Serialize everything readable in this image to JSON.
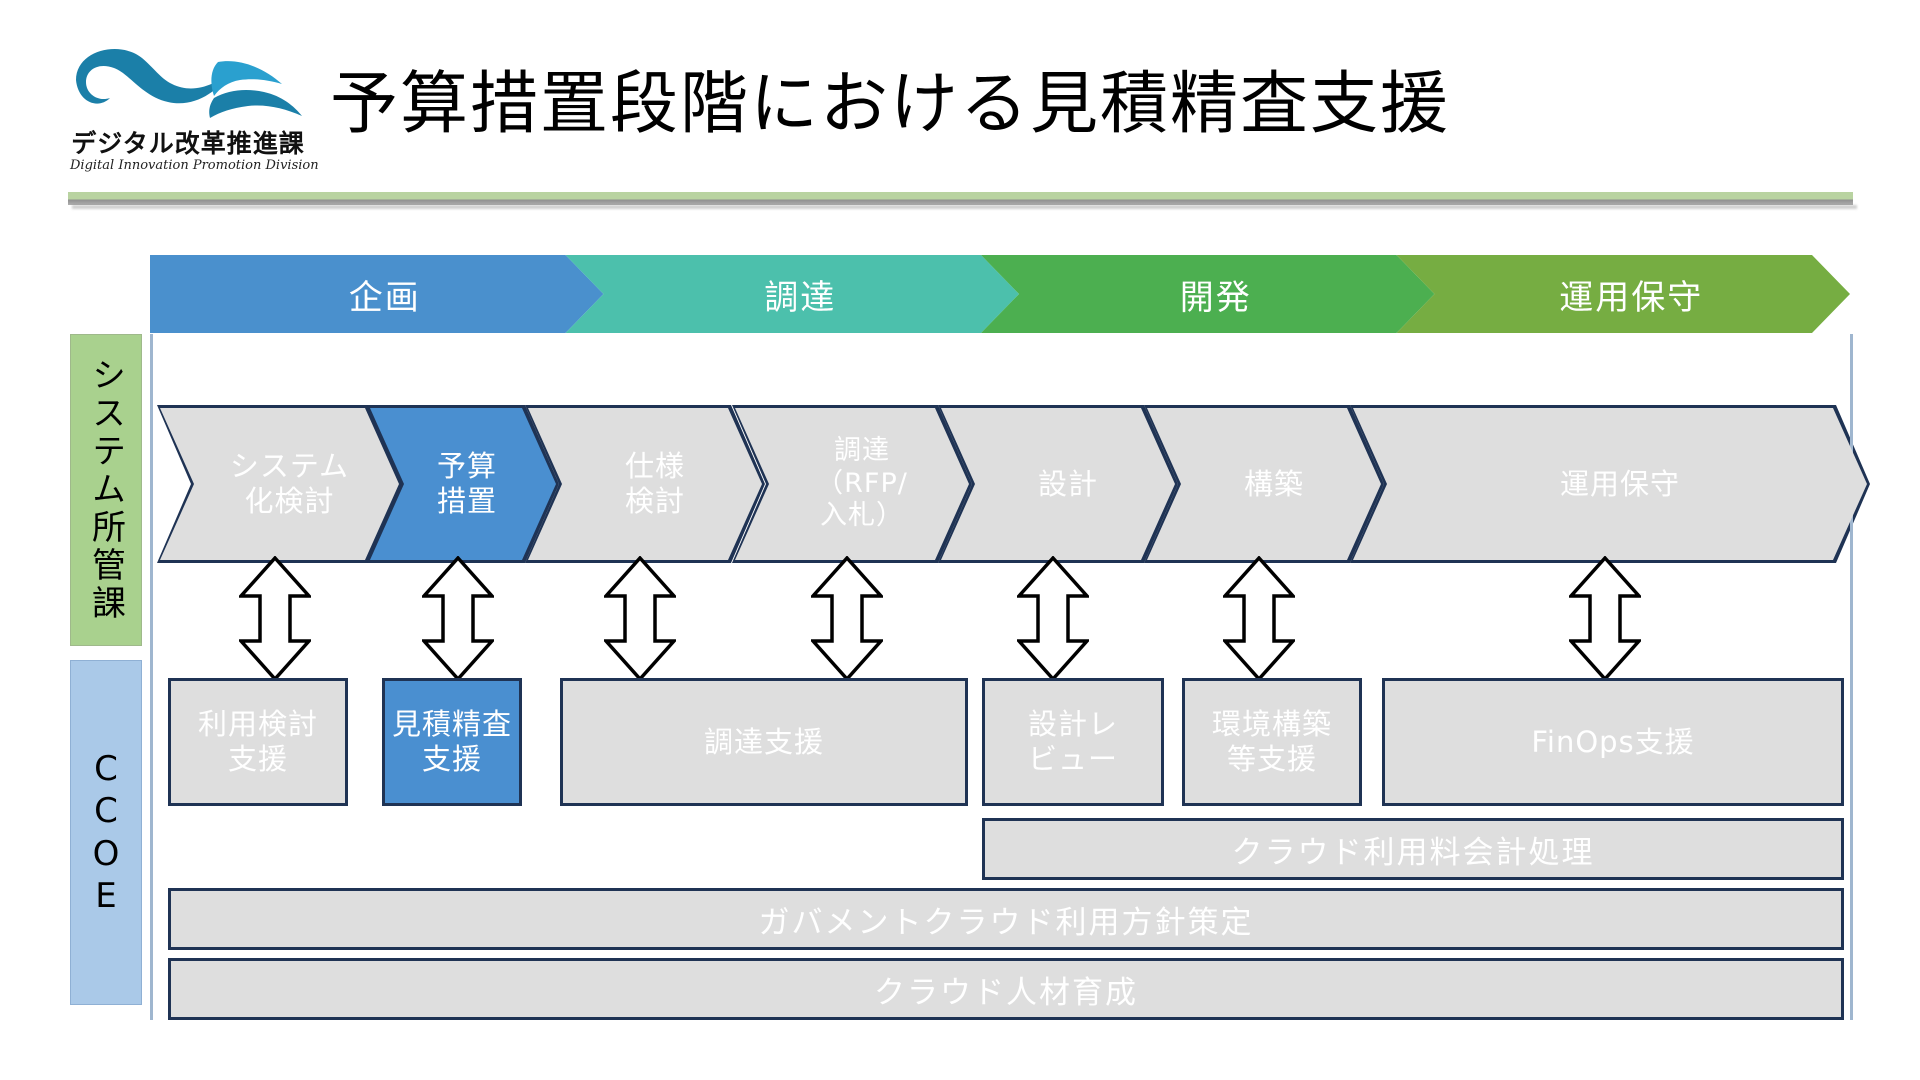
{
  "header": {
    "title": "予算措置段階における見積精査支援",
    "logo": {
      "name": "デジタル改革推進課",
      "subtitle": "Digital Innovation Promotion Division",
      "mark_color": "#1b7fa8"
    }
  },
  "phases": [
    {
      "label": "企画",
      "color": "#4a90cd"
    },
    {
      "label": "調達",
      "color": "#4cc0ac"
    },
    {
      "label": "開発",
      "color": "#4caf50"
    },
    {
      "label": "運用保守",
      "color": "#76ad42"
    }
  ],
  "swimlanes": [
    {
      "name": "システム所管課",
      "color": "#a9d18e"
    },
    {
      "name": "CCOE",
      "color": "#aac9e8",
      "letters": [
        "C",
        "C",
        "O",
        "E"
      ]
    }
  ],
  "process_steps": [
    {
      "label": "システム\n化検討",
      "active": false
    },
    {
      "label": "予算\n措置",
      "active": true
    },
    {
      "label": "仕様\n検討",
      "active": false
    },
    {
      "label": "調達\n（RFP/\n入札）",
      "active": false
    },
    {
      "label": "設計",
      "active": false
    },
    {
      "label": "構築",
      "active": false
    },
    {
      "label": "運用保守",
      "active": false
    }
  ],
  "support_boxes": [
    {
      "label": "利用検討\n支援",
      "active": false
    },
    {
      "label": "見積精査\n支援",
      "active": true
    },
    {
      "label": "調達支援",
      "active": false
    },
    {
      "label": "設計レ\nビュー",
      "active": false
    },
    {
      "label": "環境構築\n等支援",
      "active": false
    },
    {
      "label": "FinOps支援",
      "active": false
    }
  ],
  "wide_bars": [
    {
      "label": "クラウド利用料会計処理"
    },
    {
      "label": "ガバメントクラウド利用方針策定"
    },
    {
      "label": "クラウド人材育成"
    }
  ],
  "colors": {
    "process_inactive": "#dedede",
    "process_active": "#4a8fd0",
    "process_border": "#1f3354",
    "text_on_shape": "#ffffff",
    "divider_green": "#b9d3a1"
  },
  "arrows": {
    "count": 7,
    "kind": "double-headed-vertical"
  }
}
